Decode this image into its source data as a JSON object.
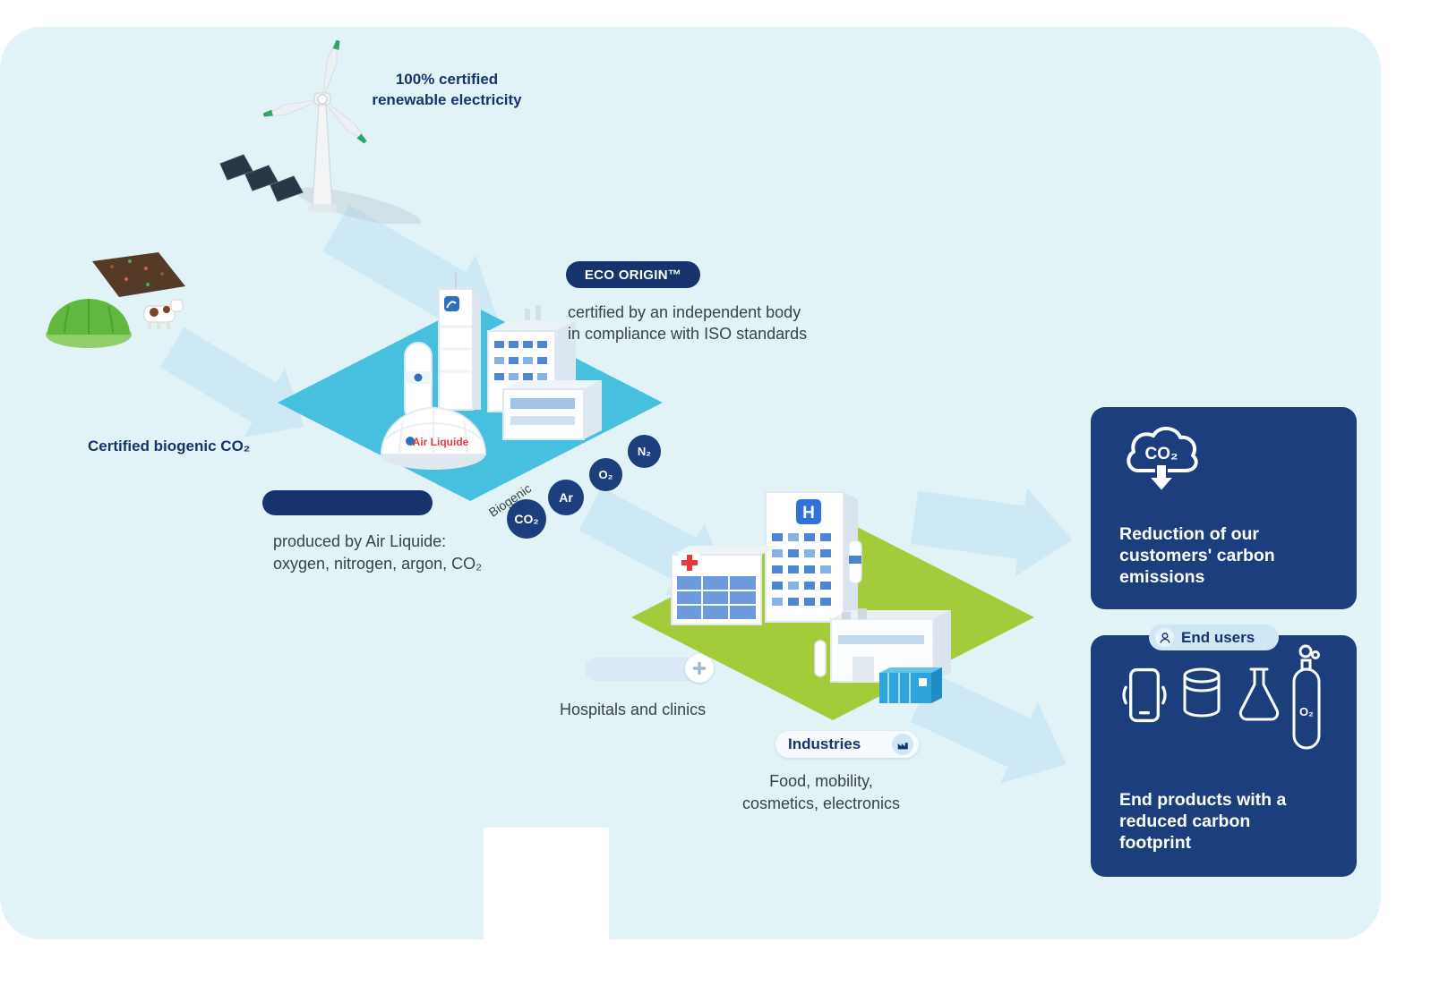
{
  "colors": {
    "background": "#e2f3f8",
    "navy": "#1d3e7d",
    "navy_dark": "#16336e",
    "arrow_blue": "#cde9f6",
    "teal_platform": "#47c0e0",
    "green_platform": "#a4cc3a",
    "brand_red": "#e5393f",
    "brand_blue": "#2f6fc0",
    "text_dark": "#39424b"
  },
  "renewable": {
    "label": "100% certified renewable electricity"
  },
  "biogenic": {
    "label": "Certified biogenic CO₂"
  },
  "eco_origin": {
    "badge": "ECO ORIGIN™",
    "desc_line1": "certified by an independent body",
    "desc_line2": "in compliance with ISO standards"
  },
  "produced": {
    "line1": "produced by Air Liquide:",
    "line2": "oxygen, nitrogen, argon, CO₂"
  },
  "gases": {
    "biogenic_tag": "Biogenic",
    "items": [
      {
        "label": "CO₂"
      },
      {
        "label": "Ar"
      },
      {
        "label": "O₂"
      },
      {
        "label": "N₂"
      }
    ]
  },
  "plant": {
    "brand": "Air Liquide"
  },
  "hospital": {
    "sign": "H",
    "label": "Hospitals and clinics"
  },
  "industries": {
    "label": "Industries",
    "sub_line1": "Food, mobility,",
    "sub_line2": "cosmetics, electronics"
  },
  "cards": {
    "reduction": {
      "icon_text": "CO₂",
      "text": "Reduction of our customers' carbon emissions"
    },
    "end_users": {
      "label": "End users"
    },
    "end_products": {
      "text": "End products with a reduced carbon footprint",
      "cylinder_label": "O₂"
    }
  }
}
